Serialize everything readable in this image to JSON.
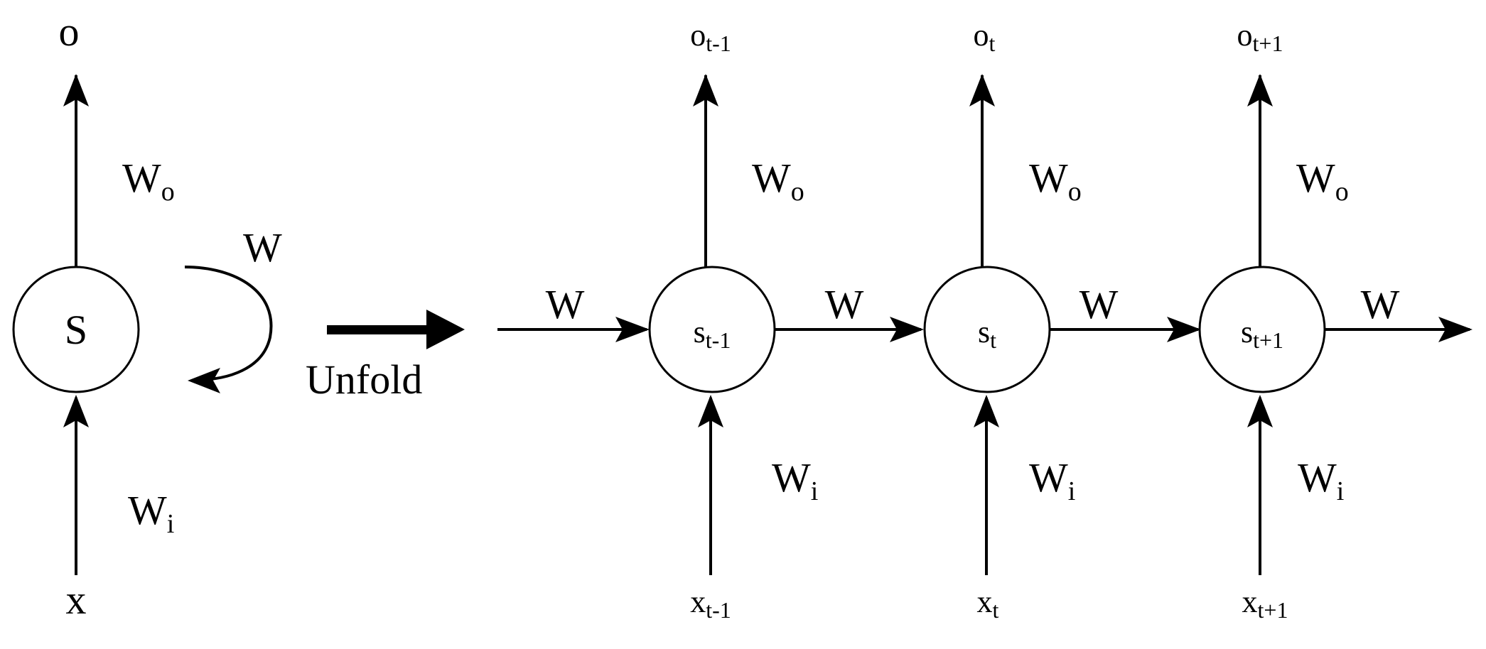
{
  "folded": {
    "node_label": "S",
    "input_label": "x",
    "output_label": "o",
    "input_weight": {
      "main": "W",
      "sub": "i"
    },
    "output_weight": {
      "main": "W",
      "sub": "o"
    },
    "recurrent_weight": "W"
  },
  "unfold_label": "Unfold",
  "unfolded": {
    "incoming_weight": "W",
    "steps": [
      {
        "state": {
          "main": "s",
          "sub": "t-1"
        },
        "input": {
          "main": "x",
          "sub": "t-1"
        },
        "output": {
          "main": "o",
          "sub": "t-1"
        },
        "input_weight": {
          "main": "W",
          "sub": "i"
        },
        "output_weight": {
          "main": "W",
          "sub": "o"
        },
        "next_weight": "W"
      },
      {
        "state": {
          "main": "s",
          "sub": "t"
        },
        "input": {
          "main": "x",
          "sub": "t"
        },
        "output": {
          "main": "o",
          "sub": "t"
        },
        "input_weight": {
          "main": "W",
          "sub": "i"
        },
        "output_weight": {
          "main": "W",
          "sub": "o"
        },
        "next_weight": "W"
      },
      {
        "state": {
          "main": "s",
          "sub": "t+1"
        },
        "input": {
          "main": "x",
          "sub": "t+1"
        },
        "output": {
          "main": "o",
          "sub": "t+1"
        },
        "input_weight": {
          "main": "W",
          "sub": "i"
        },
        "output_weight": {
          "main": "W",
          "sub": "o"
        },
        "next_weight": "W"
      }
    ]
  }
}
